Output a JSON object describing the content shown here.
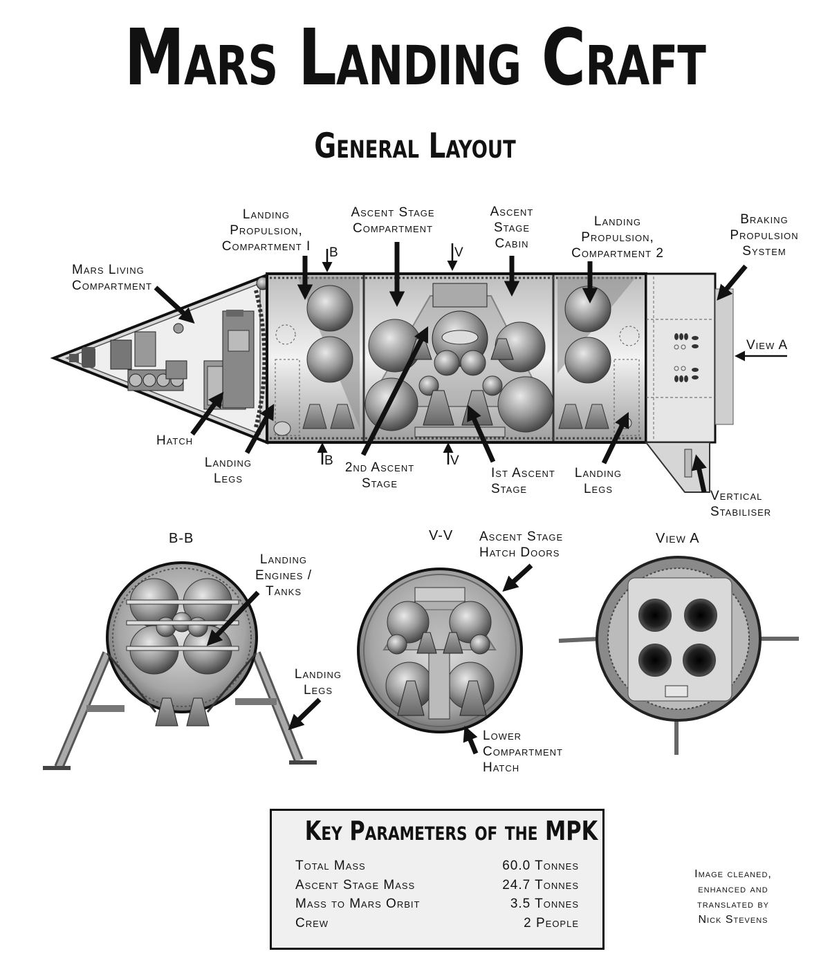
{
  "header": {
    "title": "Mars Landing Craft",
    "subtitle": "General Layout"
  },
  "side_view": {
    "labels": {
      "mars_living_compartment": [
        "Mars Living",
        "Compartment"
      ],
      "landing_propulsion_1": [
        "Landing",
        "Propulsion,",
        "Compartment I"
      ],
      "ascent_stage_compartment": [
        "Ascent Stage",
        "Compartment"
      ],
      "ascent_stage_cabin": [
        "Ascent",
        "Stage",
        "Cabin"
      ],
      "landing_propulsion_2": [
        "Landing",
        "Propulsion,",
        "Compartment 2"
      ],
      "braking_propulsion": [
        "Braking",
        "Propulsion",
        "System"
      ],
      "view_a": "View A",
      "hatch": "Hatch",
      "landing_legs_front": [
        "Landing",
        "Legs"
      ],
      "second_ascent_stage": [
        "2nd Ascent",
        "Stage"
      ],
      "first_ascent_stage": [
        "Ist Ascent",
        "Stage"
      ],
      "landing_legs_rear": [
        "Landing",
        "Legs"
      ],
      "vertical_stabiliser": [
        "Vertical",
        "Stabiliser"
      ],
      "section_b_top": "B",
      "section_b_bottom": "B",
      "section_v_top": "V",
      "section_v_bottom": "V"
    }
  },
  "section_bb": {
    "title": "B-B",
    "labels": {
      "landing_engines_tanks": [
        "Landing",
        "Engines /",
        "Tanks"
      ],
      "landing_legs": [
        "Landing",
        "Legs"
      ]
    }
  },
  "section_vv": {
    "title": "V-V",
    "labels": {
      "ascent_hatch_doors": [
        "Ascent Stage",
        "Hatch Doors"
      ],
      "lower_hatch": [
        "Lower",
        "Compartment",
        "Hatch"
      ]
    }
  },
  "view_a": {
    "title": "View A"
  },
  "key_parameters": {
    "title": "Key Parameters of the MPK",
    "rows": [
      {
        "label": "Total Mass",
        "value": "60.0 Tonnes"
      },
      {
        "label": "Ascent Stage Mass",
        "value": "24.7 Tonnes"
      },
      {
        "label": "Mass to Mars Orbit",
        "value": "3.5 Tonnes"
      },
      {
        "label": "Crew",
        "value": "2 People"
      }
    ]
  },
  "credit": [
    "Image cleaned,",
    "enhanced and",
    "translated by",
    "Nick Stevens"
  ]
}
